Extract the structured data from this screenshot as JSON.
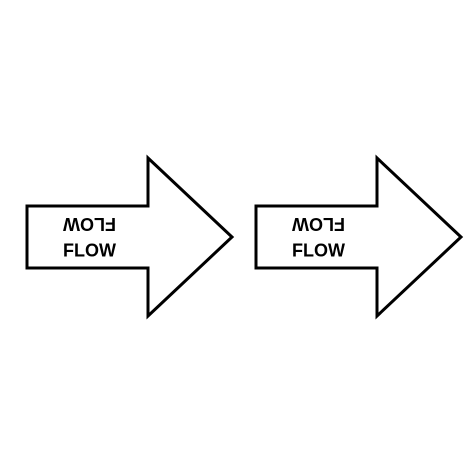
{
  "arrows": [
    {
      "upside_down_label": "FLOW",
      "label": "FLOW",
      "direction": "right"
    },
    {
      "upside_down_label": "FLOW",
      "label": "FLOW",
      "direction": "right"
    }
  ],
  "colors": {
    "outline": "#000000",
    "fill": "#ffffff",
    "text": "#000000",
    "background": "#ffffff"
  }
}
